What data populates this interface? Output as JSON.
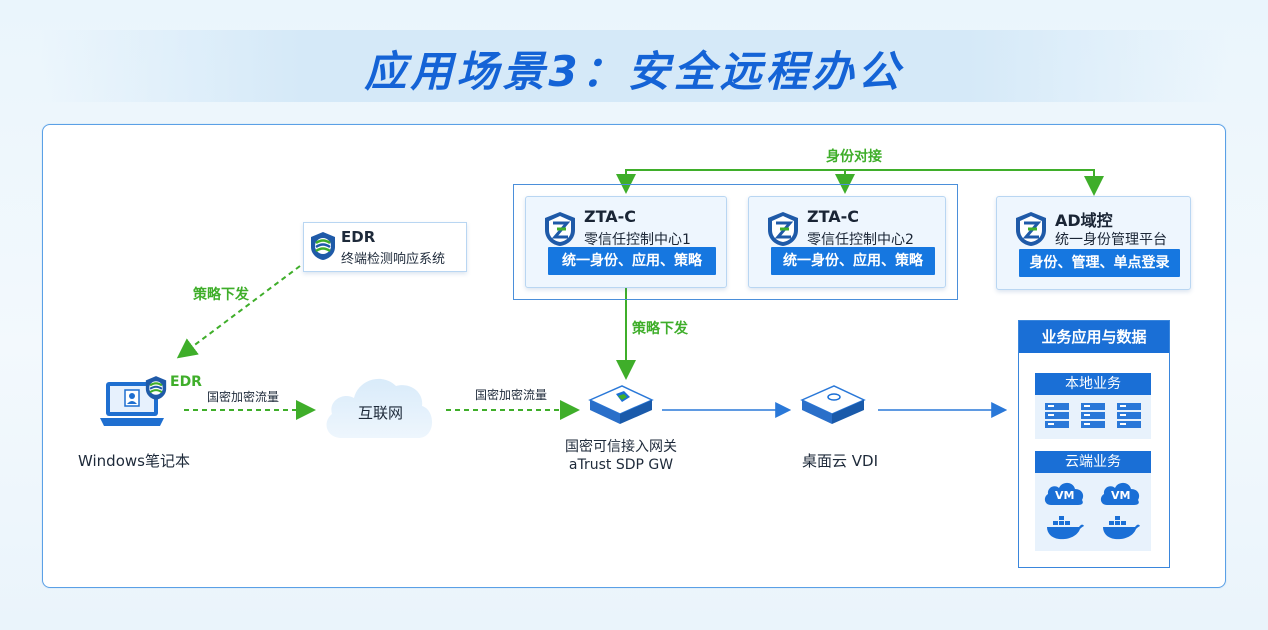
{
  "title": "应用场景3：安全远程办公",
  "colors": {
    "accent": "#1677e0",
    "green": "#3fae2a",
    "border": "#4b8fda"
  },
  "identity_link": "身份对接",
  "policy_left": "策略下发",
  "policy_center": "策略下发",
  "edr": {
    "name": "EDR",
    "desc": "终端检测响应系统",
    "icon": "edr-shield-icon"
  },
  "laptop": {
    "label": "Windows笔记本",
    "badge": "EDR",
    "icon": "laptop-icon"
  },
  "traffic_left": "国密加密流量",
  "traffic_right": "国密加密流量",
  "internet": "互联网",
  "gateway": {
    "line1": "国密可信接入网关",
    "line2": "aTrust SDP GW",
    "icon": "gateway-device-icon"
  },
  "vdi": {
    "label": "桌面云 VDI",
    "icon": "vdi-device-icon"
  },
  "zta1": {
    "name": "ZTA-C",
    "desc": "零信任控制中心1",
    "bar": "统一身份、应用、策略"
  },
  "zta2": {
    "name": "ZTA-C",
    "desc": "零信任控制中心2",
    "bar": "统一身份、应用、策略"
  },
  "ad": {
    "name": "AD域控",
    "desc": "统一身份管理平台",
    "bar": "身份、管理、单点登录"
  },
  "business": {
    "title": "业务应用与数据",
    "local": "本地业务",
    "cloud": "云端业务",
    "vm_labels": [
      "VM",
      "VM"
    ]
  }
}
